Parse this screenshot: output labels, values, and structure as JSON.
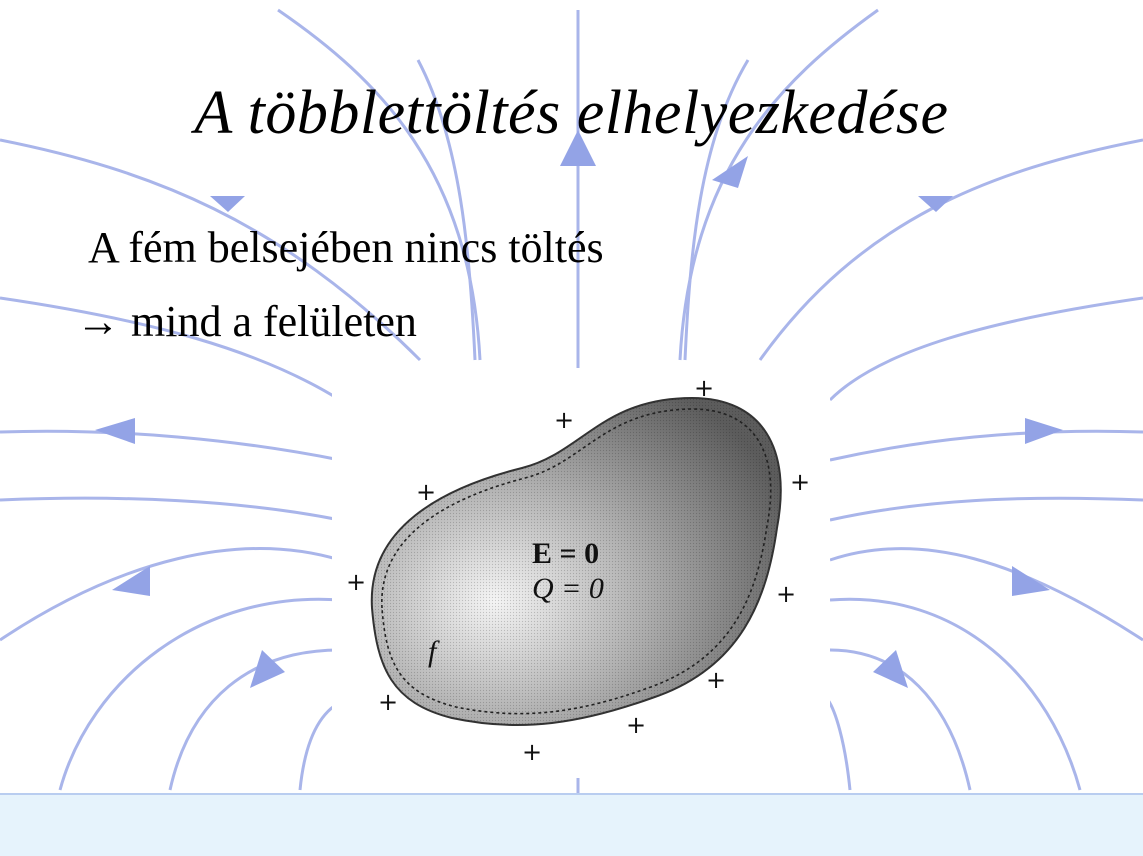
{
  "slide": {
    "title": "A többlettöltés elhelyezkedése",
    "text_line1": "A fém belsejében nincs töltés",
    "text_line2": "→ mind a felületen"
  },
  "figure": {
    "label_e": "E = 0",
    "label_q": "Q = 0",
    "label_f": "f",
    "plus_sign": "+"
  },
  "colors": {
    "field_lines": "#a9b5ea",
    "arrows": "#93a3e6",
    "ground": "#e6f3fc",
    "body_dark": "#5c5c5c",
    "body_light": "#f4f4f4"
  }
}
